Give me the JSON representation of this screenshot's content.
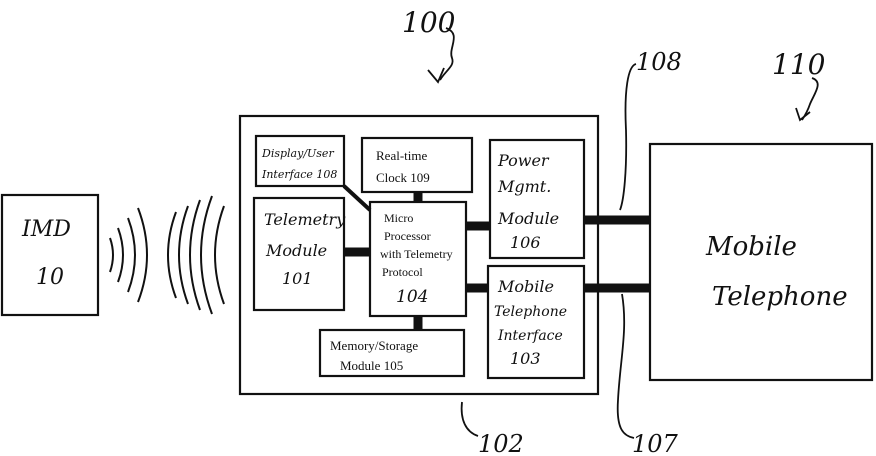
{
  "diagram": {
    "refs": {
      "system": "100",
      "device": "102",
      "link_upper": "108",
      "link_lower": "107",
      "phone": "110"
    },
    "imd": {
      "line1": "IMD",
      "line2": "10"
    },
    "display": {
      "line1": "Display/User",
      "line2": "Interface 108"
    },
    "clock": {
      "line1": "Real-time",
      "line2": "Clock 109"
    },
    "power": {
      "line1": "Power",
      "line2": "Mgmt.",
      "line3": "Module",
      "line4": "106"
    },
    "telemetry": {
      "line1": "Telemetry",
      "line2": "Module",
      "line3": "101"
    },
    "micro": {
      "line1": "Micro",
      "line2": "Processor",
      "line3": "with Telemetry",
      "line4": "Protocol",
      "line5": "104"
    },
    "memory": {
      "line1": "Memory/Storage",
      "line2": "Module 105"
    },
    "mti": {
      "line1": "Mobile",
      "line2": "Telephone",
      "line3": "Interface",
      "line4": "103"
    },
    "phone": {
      "line1": "Mobile",
      "line2": "Telephone"
    }
  }
}
